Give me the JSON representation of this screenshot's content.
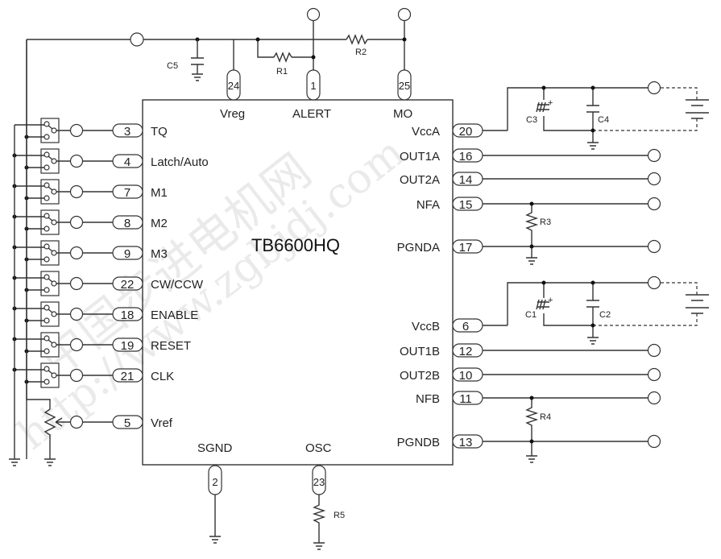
{
  "chip": {
    "name": "TB6600HQ"
  },
  "top_pins": [
    {
      "num": "24",
      "label": "Vreg"
    },
    {
      "num": "1",
      "label": "ALERT"
    },
    {
      "num": "25",
      "label": "MO"
    }
  ],
  "left_pins": [
    {
      "num": "3",
      "label": "TQ"
    },
    {
      "num": "4",
      "label": "Latch/Auto"
    },
    {
      "num": "7",
      "label": "M1"
    },
    {
      "num": "8",
      "label": "M2"
    },
    {
      "num": "9",
      "label": "M3"
    },
    {
      "num": "22",
      "label": "CW/CCW"
    },
    {
      "num": "18",
      "label": "ENABLE"
    },
    {
      "num": "19",
      "label": "RESET"
    },
    {
      "num": "21",
      "label": "CLK"
    },
    {
      "num": "5",
      "label": "Vref"
    }
  ],
  "right_pins": [
    {
      "num": "20",
      "label": "VccA"
    },
    {
      "num": "16",
      "label": "OUT1A"
    },
    {
      "num": "14",
      "label": "OUT2A"
    },
    {
      "num": "15",
      "label": "NFA"
    },
    {
      "num": "17",
      "label": "PGNDA"
    },
    {
      "num": "6",
      "label": "VccB"
    },
    {
      "num": "12",
      "label": "OUT1B"
    },
    {
      "num": "10",
      "label": "OUT2B"
    },
    {
      "num": "11",
      "label": "NFB"
    },
    {
      "num": "13",
      "label": "PGNDB"
    }
  ],
  "bottom_pins": [
    {
      "num": "2",
      "label": "SGND"
    },
    {
      "num": "23",
      "label": "OSC"
    }
  ],
  "components": {
    "C1": "C1",
    "C2": "C2",
    "C3": "C3",
    "C4": "C4",
    "C5": "C5",
    "R1": "R1",
    "R2": "R2",
    "R3": "R3",
    "R4": "R4",
    "R5": "R5"
  },
  "watermark": {
    "cn": "中国步进电机网",
    "url": "http://www.zgbjdj.com"
  }
}
